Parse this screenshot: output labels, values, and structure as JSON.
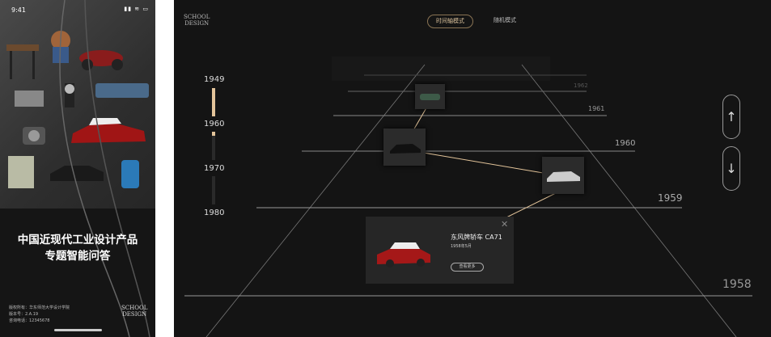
{
  "phone": {
    "time": "9:41",
    "status_icons": "▮▮ ≋ ▭",
    "title_line1": "中国近现代工业设计产品",
    "title_line2": "专题智能问答",
    "footer": [
      "版权所有：华东师范大学设计学院",
      "版本号：2.A.19",
      "咨询电话：12345678"
    ],
    "logo": [
      "SCHOOL",
      "DESIGN"
    ]
  },
  "main": {
    "logo": [
      "SCHOOL",
      "DESIGN"
    ],
    "modes": [
      "时间轴模式",
      "随机模式"
    ],
    "timeline_years": [
      "1949",
      "1960",
      "1970",
      "1980"
    ],
    "timeline_progress": [
      1.0,
      0.15,
      0,
      0
    ],
    "track_labels": [
      "1962",
      "1961",
      "1960",
      "1959",
      "1958"
    ],
    "popup": {
      "name": "东风牌轿车 CA71",
      "date": "1958年5月",
      "more": "查看更多"
    },
    "up": "↑",
    "down": "↓",
    "accent": "#e3c49a"
  }
}
